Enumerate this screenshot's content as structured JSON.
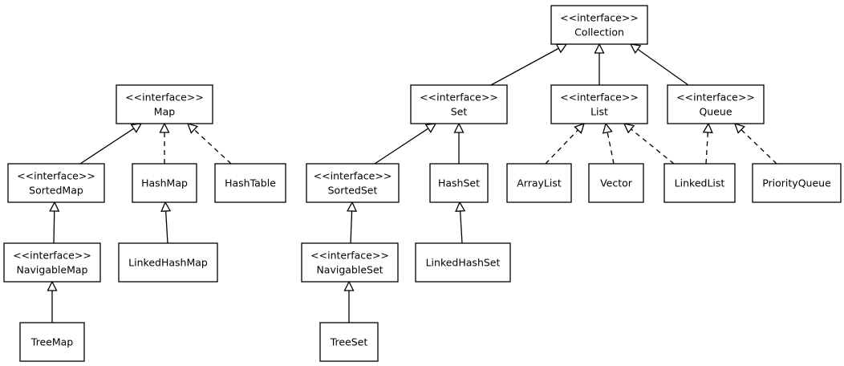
{
  "diagram": {
    "nodes": [
      {
        "id": "collection",
        "stereotype": "<<interface>>",
        "name": "Collection"
      },
      {
        "id": "map",
        "stereotype": "<<interface>>",
        "name": "Map"
      },
      {
        "id": "set",
        "stereotype": "<<interface>>",
        "name": "Set"
      },
      {
        "id": "list",
        "stereotype": "<<interface>>",
        "name": "List"
      },
      {
        "id": "queue",
        "stereotype": "<<interface>>",
        "name": "Queue"
      },
      {
        "id": "sortedmap",
        "stereotype": "<<interface>>",
        "name": "SortedMap"
      },
      {
        "id": "hashmap",
        "stereotype": "",
        "name": "HashMap"
      },
      {
        "id": "hashtable",
        "stereotype": "",
        "name": "HashTable"
      },
      {
        "id": "sortedset",
        "stereotype": "<<interface>>",
        "name": "SortedSet"
      },
      {
        "id": "hashset",
        "stereotype": "",
        "name": "HashSet"
      },
      {
        "id": "arraylist",
        "stereotype": "",
        "name": "ArrayList"
      },
      {
        "id": "vector",
        "stereotype": "",
        "name": "Vector"
      },
      {
        "id": "linkedlist",
        "stereotype": "",
        "name": "LinkedList"
      },
      {
        "id": "priorityqueue",
        "stereotype": "",
        "name": "PriorityQueue"
      },
      {
        "id": "navigablemap",
        "stereotype": "<<interface>>",
        "name": "NavigableMap"
      },
      {
        "id": "linkedhashmap",
        "stereotype": "",
        "name": "LinkedHashMap"
      },
      {
        "id": "navigableset",
        "stereotype": "<<interface>>",
        "name": "NavigableSet"
      },
      {
        "id": "linkedhashset",
        "stereotype": "",
        "name": "LinkedHashSet"
      },
      {
        "id": "treemap",
        "stereotype": "",
        "name": "TreeMap"
      },
      {
        "id": "treeset",
        "stereotype": "",
        "name": "TreeSet"
      }
    ],
    "edges": [
      {
        "from": "set",
        "to": "collection",
        "style": "solid"
      },
      {
        "from": "list",
        "to": "collection",
        "style": "solid"
      },
      {
        "from": "queue",
        "to": "collection",
        "style": "solid"
      },
      {
        "from": "sortedmap",
        "to": "map",
        "style": "solid"
      },
      {
        "from": "hashmap",
        "to": "map",
        "style": "dashed"
      },
      {
        "from": "hashtable",
        "to": "map",
        "style": "dashed"
      },
      {
        "from": "navigablemap",
        "to": "sortedmap",
        "style": "solid"
      },
      {
        "from": "treemap",
        "to": "navigablemap",
        "style": "solid"
      },
      {
        "from": "linkedhashmap",
        "to": "hashmap",
        "style": "solid"
      },
      {
        "from": "sortedset",
        "to": "set",
        "style": "solid"
      },
      {
        "from": "hashset",
        "to": "set",
        "style": "solid"
      },
      {
        "from": "navigableset",
        "to": "sortedset",
        "style": "solid"
      },
      {
        "from": "treeset",
        "to": "navigableset",
        "style": "solid"
      },
      {
        "from": "linkedhashset",
        "to": "hashset",
        "style": "solid"
      },
      {
        "from": "arraylist",
        "to": "list",
        "style": "dashed"
      },
      {
        "from": "vector",
        "to": "list",
        "style": "dashed"
      },
      {
        "from": "linkedlist",
        "to": "list",
        "style": "dashed"
      },
      {
        "from": "linkedlist",
        "to": "queue",
        "style": "dashed"
      },
      {
        "from": "priorityqueue",
        "to": "queue",
        "style": "dashed"
      }
    ]
  }
}
